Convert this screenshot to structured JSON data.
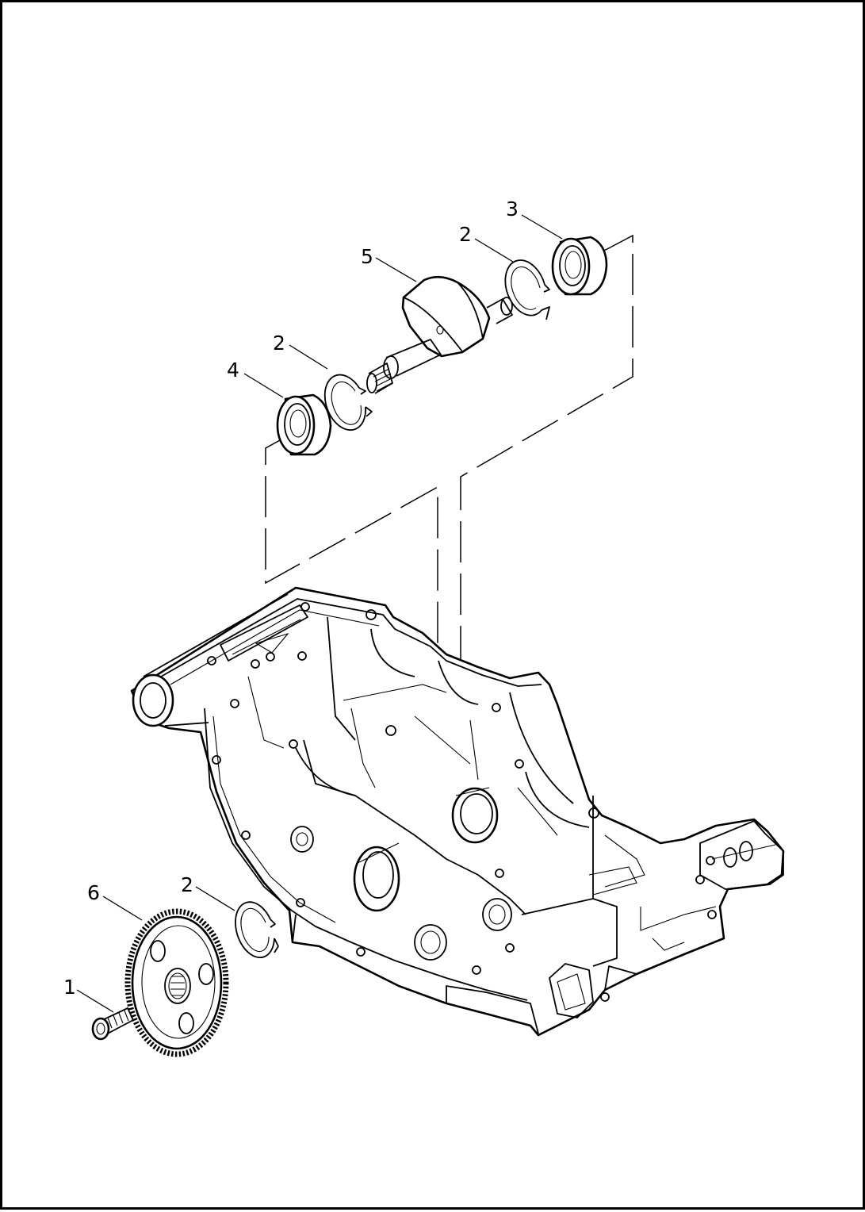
{
  "callouts": [
    {
      "id": "1",
      "label": "1"
    },
    {
      "id": "2",
      "label": "2"
    },
    {
      "id": "3",
      "label": "3"
    },
    {
      "id": "4",
      "label": "4"
    },
    {
      "id": "5",
      "label": "5"
    },
    {
      "id": "6",
      "label": "6"
    }
  ],
  "line_color": "#000000",
  "background_color": "#ffffff"
}
